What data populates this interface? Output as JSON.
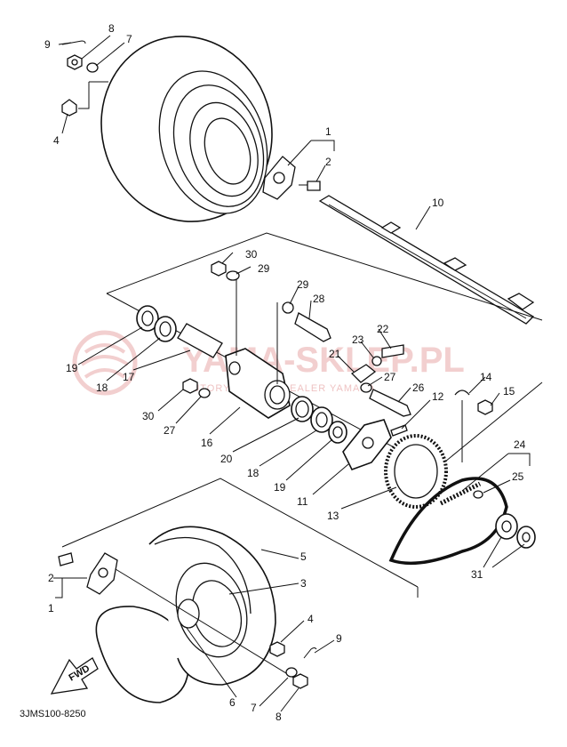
{
  "diagram": {
    "code": "3JMS100-8250",
    "fwd_label": "FWD",
    "watermark": {
      "text": "YAMA-SKLEP.PL",
      "subtitle": "AUTORYZOWANY DEALER YAMAHA"
    },
    "callouts": [
      {
        "id": "c9a",
        "text": "9"
      },
      {
        "id": "c8a",
        "text": "8"
      },
      {
        "id": "c7a",
        "text": "7"
      },
      {
        "id": "c4a",
        "text": "4"
      },
      {
        "id": "c1a",
        "text": "1"
      },
      {
        "id": "c2a",
        "text": "2"
      },
      {
        "id": "c10",
        "text": "10"
      },
      {
        "id": "c30a",
        "text": "30"
      },
      {
        "id": "c29a",
        "text": "29"
      },
      {
        "id": "c29b",
        "text": "29"
      },
      {
        "id": "c28",
        "text": "28"
      },
      {
        "id": "c22",
        "text": "22"
      },
      {
        "id": "c23",
        "text": "23"
      },
      {
        "id": "c21",
        "text": "21"
      },
      {
        "id": "c27a",
        "text": "27"
      },
      {
        "id": "c26",
        "text": "26"
      },
      {
        "id": "c12",
        "text": "12"
      },
      {
        "id": "c14",
        "text": "14"
      },
      {
        "id": "c15",
        "text": "15"
      },
      {
        "id": "c19a",
        "text": "19"
      },
      {
        "id": "c18a",
        "text": "18"
      },
      {
        "id": "c17",
        "text": "17"
      },
      {
        "id": "c30b",
        "text": "30"
      },
      {
        "id": "c27b",
        "text": "27"
      },
      {
        "id": "c16",
        "text": "16"
      },
      {
        "id": "c20",
        "text": "20"
      },
      {
        "id": "c18b",
        "text": "18"
      },
      {
        "id": "c19b",
        "text": "19"
      },
      {
        "id": "c11",
        "text": "11"
      },
      {
        "id": "c13",
        "text": "13"
      },
      {
        "id": "c24",
        "text": "24"
      },
      {
        "id": "c25",
        "text": "25"
      },
      {
        "id": "c31",
        "text": "31"
      },
      {
        "id": "c5",
        "text": "5"
      },
      {
        "id": "c3",
        "text": "3"
      },
      {
        "id": "c2b",
        "text": "2"
      },
      {
        "id": "c1b",
        "text": "1"
      },
      {
        "id": "c4b",
        "text": "4"
      },
      {
        "id": "c9b",
        "text": "9"
      },
      {
        "id": "c6",
        "text": "6"
      },
      {
        "id": "c7b",
        "text": "7"
      },
      {
        "id": "c8b",
        "text": "8"
      }
    ]
  }
}
